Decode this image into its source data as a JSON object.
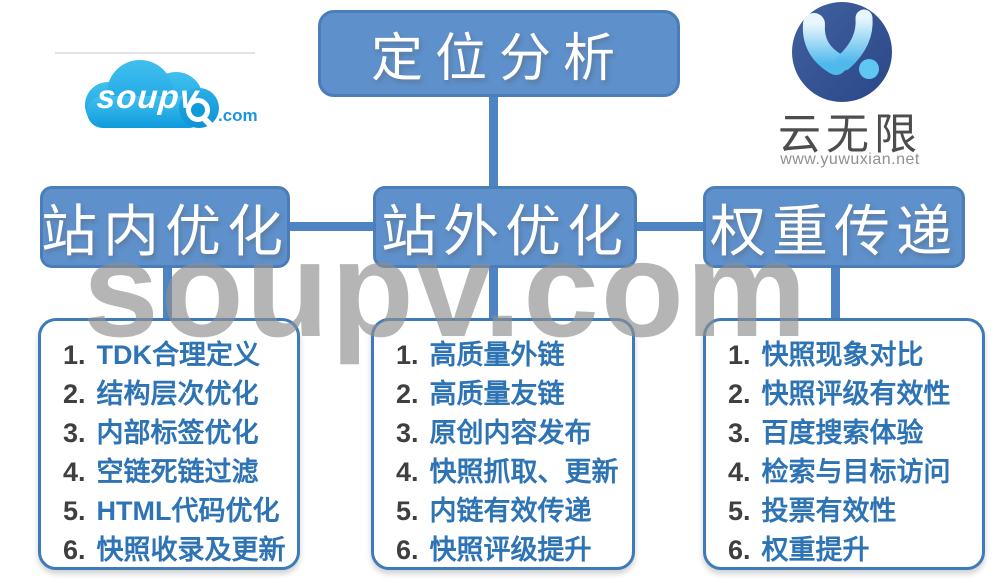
{
  "watermark": {
    "text": "soupv.com"
  },
  "brand_left": {
    "name": "soupv",
    "tld": ".com"
  },
  "brand_right": {
    "name": "云无限",
    "url": "www.yuwuxian.net"
  },
  "root": {
    "label": "定位分析"
  },
  "branches": [
    {
      "title": "站内优化",
      "items": [
        {
          "num": "1.",
          "text": "TDK合理定义"
        },
        {
          "num": "2.",
          "text": "结构层次优化"
        },
        {
          "num": "3.",
          "text": "内部标签优化"
        },
        {
          "num": "4.",
          "text": "空链死链过滤"
        },
        {
          "num": "5.",
          "text": "HTML代码优化"
        },
        {
          "num": "6.",
          "text": "快照收录及更新"
        }
      ]
    },
    {
      "title": "站外优化",
      "items": [
        {
          "num": "1.",
          "text": "高质量外链"
        },
        {
          "num": "2.",
          "text": "高质量友链"
        },
        {
          "num": "3.",
          "text": "原创内容发布"
        },
        {
          "num": "4.",
          "text": "快照抓取、更新"
        },
        {
          "num": "5.",
          "text": "内链有效传递"
        },
        {
          "num": "6.",
          "text": "快照评级提升"
        }
      ]
    },
    {
      "title": "权重传递",
      "items": [
        {
          "num": "1.",
          "text": "快照现象对比"
        },
        {
          "num": "2.",
          "text": "快照评级有效性"
        },
        {
          "num": "3.",
          "text": "百度搜索体验"
        },
        {
          "num": "4.",
          "text": "检索与目标访问"
        },
        {
          "num": "5.",
          "text": "投票有效性"
        },
        {
          "num": "6.",
          "text": "权重提升"
        }
      ]
    }
  ],
  "colors": {
    "node_blue": "#5e90cb",
    "node_border": "#4b7db9",
    "connector": "#4f84c4",
    "list_border": "#3f7ab9",
    "list_text_blue": "#2e74b5",
    "number_gray": "#3f3f3f",
    "watermark_gray": "#8f8f8f",
    "logo_cloud_blue": "#0f9bdc",
    "logo_navy": "#35549e"
  }
}
